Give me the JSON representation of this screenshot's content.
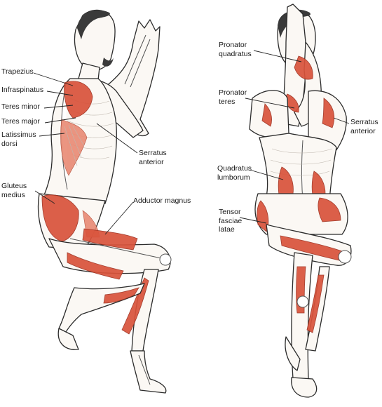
{
  "labels": {
    "trapezius": "Trapezius",
    "infraspinatus": "Infraspinatus",
    "teres_minor": "Teres minor",
    "teres_major": "Teres major",
    "latissimus": [
      "Latissimus",
      "dorsi"
    ],
    "serratus_left": [
      "Serratus",
      "anterior"
    ],
    "gluteus": [
      "Gluteus",
      "medius"
    ],
    "adductor": "Adductor magnus",
    "pronator_quadratus": [
      "Pronator",
      "quadratus"
    ],
    "pronator_teres": [
      "Pronator",
      "teres"
    ],
    "serratus_right": [
      "Serratus",
      "anterior"
    ],
    "quadratus": [
      "Quadratus",
      "lumborum"
    ],
    "tensor": [
      "Tensor",
      "fasciae",
      "latae"
    ]
  },
  "colors": {
    "muscle": "#d9533b",
    "muscle_light": "#e98a74",
    "outline": "#2b2b2b",
    "skin": "#fbf8f4"
  },
  "figures": [
    "side-view-eagle-pose",
    "front-view-eagle-pose"
  ]
}
